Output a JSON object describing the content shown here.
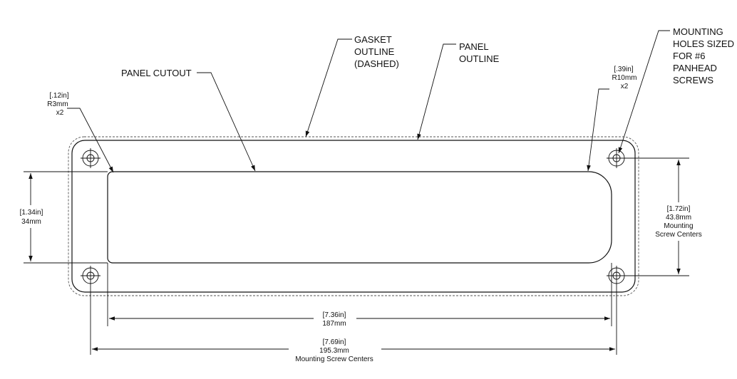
{
  "callouts": {
    "panel_cutout": "PANEL CUTOUT",
    "gasket": [
      "GASKET",
      "OUTLINE",
      "(DASHED)"
    ],
    "panel_outline": [
      "PANEL",
      "OUTLINE"
    ],
    "mounting_holes": [
      "MOUNTING",
      "HOLES SIZED",
      "FOR #6",
      "PANHEAD",
      "SCREWS"
    ]
  },
  "dimensions": {
    "corner_small": [
      "[.12in]",
      "R3mm",
      "x2"
    ],
    "corner_large": [
      "[.39in]",
      "R10mm",
      "x2"
    ],
    "height_cutout": [
      "[1.34in]",
      "34mm"
    ],
    "height_screws": [
      "[1.72in]",
      "43.8mm",
      "Mounting",
      "Screw Centers"
    ],
    "width_cutout": [
      "[7.36in]",
      "187mm"
    ],
    "width_screws": [
      "[7.69in]",
      "195.3mm",
      "Mounting Screw Centers"
    ]
  }
}
